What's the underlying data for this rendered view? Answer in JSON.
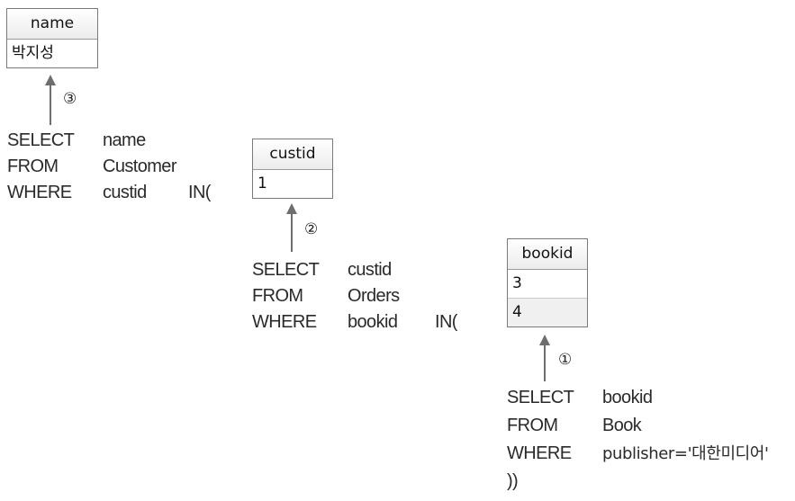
{
  "tables": {
    "t3": {
      "header": "name",
      "rows": [
        "박지성"
      ]
    },
    "t2": {
      "header": "custid",
      "rows": [
        "1"
      ]
    },
    "t1": {
      "header": "bookid",
      "rows": [
        "3",
        "4"
      ]
    }
  },
  "steps": {
    "s3": "③",
    "s2": "②",
    "s1": "①"
  },
  "queries": {
    "outer": {
      "select_kw": "SELECT",
      "select_arg": "name",
      "from_kw": "FROM",
      "from_arg": "Customer",
      "where_kw": "WHERE",
      "where_arg": "custid",
      "where_tail": "IN("
    },
    "middle": {
      "select_kw": "SELECT",
      "select_arg": "custid",
      "from_kw": "FROM",
      "from_arg": "Orders",
      "where_kw": "WHERE",
      "where_arg": "bookid",
      "where_tail": "IN("
    },
    "inner": {
      "select_kw": "SELECT",
      "select_arg": "bookid",
      "from_kw": "FROM",
      "from_arg": "Book",
      "where_kw": "WHERE",
      "where_arg": "publisher='대한미디어'",
      "closing": "))"
    }
  }
}
